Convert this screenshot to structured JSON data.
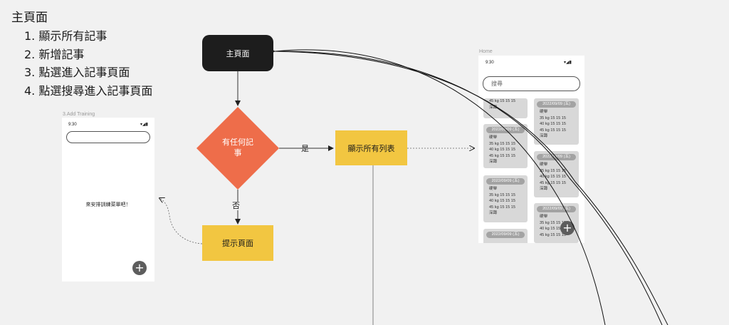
{
  "notes": {
    "title": "主頁面",
    "items": [
      "1. 顯示所有記事",
      "2. 新增記事",
      "3. 點選進入記事頁面",
      "4. 點選搜尋進入記事頁面"
    ]
  },
  "flow": {
    "start": "主頁面",
    "decision_line1": "有任何記",
    "decision_line2": "事",
    "yes_label": "是",
    "no_label": "否",
    "yes_box": "顯示所有列表",
    "no_box": "提示頁面"
  },
  "colors": {
    "start_fill": "#1d1d1d",
    "decision_fill": "#ee6d4a",
    "process_fill": "#f2c641",
    "card_fill": "#d8d8d8",
    "pill_fill": "#a3a3a3"
  },
  "add_training": {
    "frame_label": "3.Add Training",
    "time": "9:30",
    "empty_message": "來安排訓練菜單吧！",
    "fab_icon": "plus-icon",
    "fab_symbol": "+"
  },
  "home": {
    "frame_label": "Home",
    "time": "9:30",
    "search_placeholder": "搜尋",
    "fab_symbol": "+",
    "partial_card": {
      "rows": [
        "45 kg  15  15  15",
        "深蹲"
      ]
    },
    "cards": [
      {
        "date": "2022/09/09 (五)",
        "rows": [
          "硬舉",
          "35 kg  15  15  15",
          "40 kg  15  15  15",
          "45 kg  15  15  15",
          "深蹲"
        ]
      },
      {
        "date": "2022/09/09 (五)",
        "rows": [
          "硬舉",
          "35 kg  15  15  15",
          "40 kg  15  15  15",
          "45 kg  15  15  15",
          "深蹲"
        ]
      },
      {
        "date": "2022/09/09 (五)",
        "rows": [
          "硬舉",
          "35 kg  15  15  15",
          "40 kg  15  15  15",
          "45 kg  15  15  15",
          "深蹲"
        ]
      },
      {
        "date": "2022/09/09 (五)",
        "rows": [
          "硬舉",
          "35 kg  15  15  15",
          "40 kg  15  15  15",
          "45 kg  15  15  15",
          "深蹲"
        ]
      },
      {
        "date": "2022/09/09 (五)",
        "rows": [
          "硬舉",
          "35 kg  15  15  15",
          "40 kg  15  15  15",
          "45 kg  15  15  15"
        ]
      },
      {
        "date": "2022/09/09 (五)",
        "rows": []
      }
    ]
  }
}
